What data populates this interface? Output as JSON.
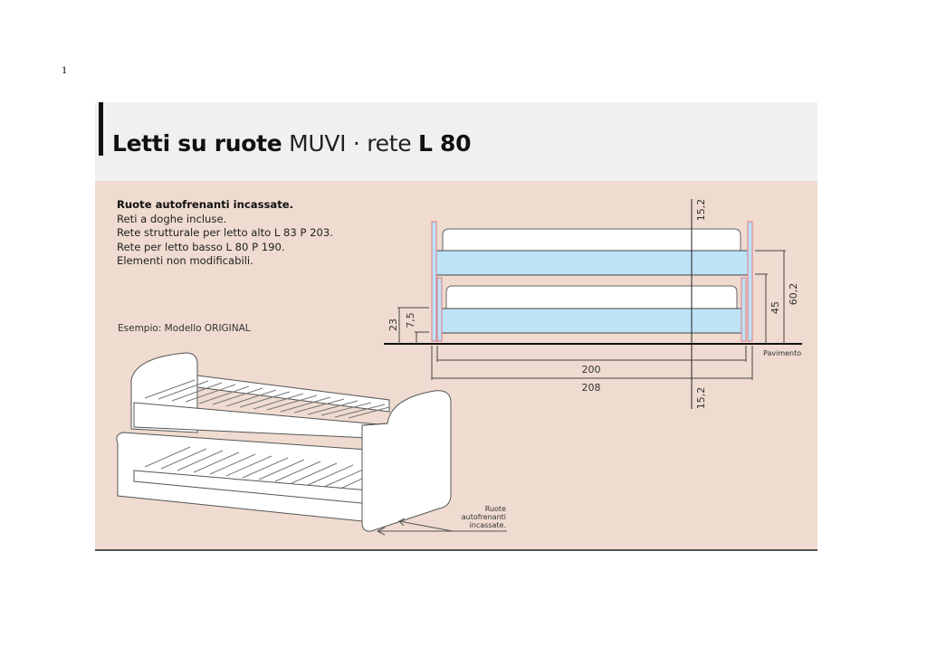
{
  "page_number": "1",
  "header": {
    "title_bold": "Letti su ruote",
    "title_model": "MUVI · rete",
    "title_size": "L 80"
  },
  "description": [
    "Ruote autofrenanti incassate.",
    "Reti a doghe incluse.",
    "Rete strutturale per letto alto L 83 P 203.",
    "Rete per letto basso L 80 P 190.",
    "Elementi non modificabili."
  ],
  "example_label": "Esempio: Modello ORIGINAL",
  "dimensions": {
    "top_offset": "15,2",
    "bottom_offset": "15,2",
    "height_low": "45",
    "height_high": "60,2",
    "left_23": "23",
    "left_7_5": "7,5",
    "inner_length": "200",
    "outer_length": "208",
    "floor_label": "Pavimento"
  },
  "wheel_callout": [
    "Ruote",
    "autofrenanti",
    "incassate."
  ],
  "colors": {
    "panel": "#efdbcf",
    "header": "#f0f0f0",
    "mattress": "#bde3f7",
    "post_border": "#e07a86"
  }
}
